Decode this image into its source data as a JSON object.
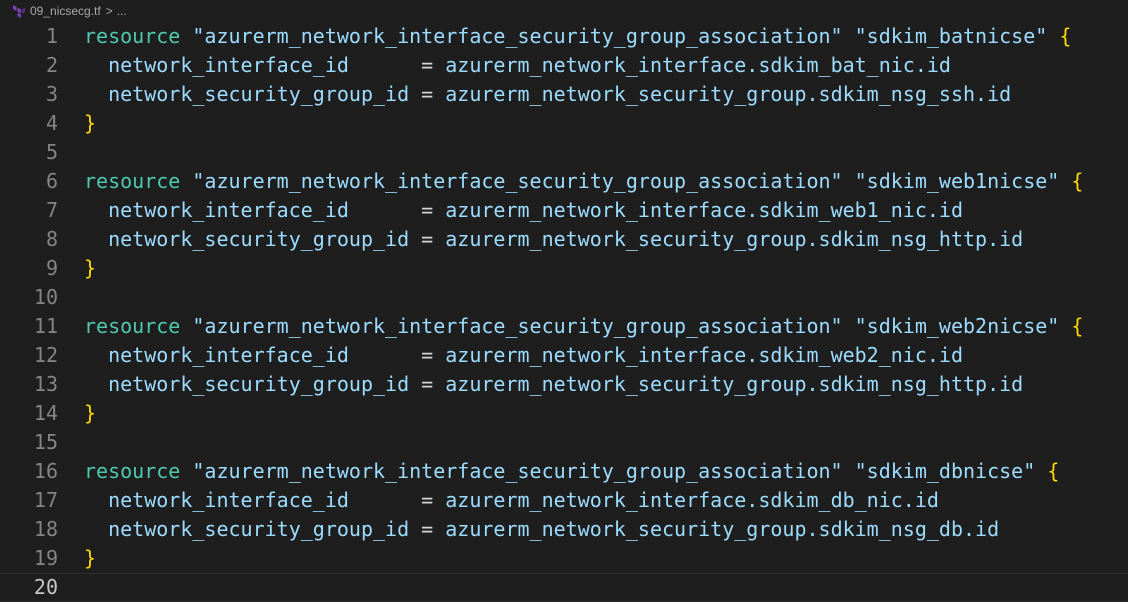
{
  "breadcrumb": {
    "file_name": "09_nicsecg.tf",
    "separator": ">",
    "more": "..."
  },
  "editor": {
    "language": "terraform",
    "active_line": 20,
    "colors": {
      "background": "#1e1e1e",
      "keyword": "#4ec9b0",
      "string": "#ce9178",
      "brace": "#ffd700",
      "attribute": "#9cdcfe",
      "line_number": "#858585"
    },
    "lines": [
      {
        "n": "1",
        "kind": "resource",
        "kw": "resource",
        "type": "\"azurerm_network_interface_security_group_association\"",
        "name": "\"sdkim_batnicse\"",
        "brace": "{"
      },
      {
        "n": "2",
        "kind": "attr",
        "key": "network_interface_id     ",
        "eq": " = ",
        "value": "azurerm_network_interface.sdkim_bat_nic.id"
      },
      {
        "n": "3",
        "kind": "attr",
        "key": "network_security_group_id",
        "eq": " = ",
        "value": "azurerm_network_security_group.sdkim_nsg_ssh.id"
      },
      {
        "n": "4",
        "kind": "close",
        "brace": "}"
      },
      {
        "n": "5",
        "kind": "blank"
      },
      {
        "n": "6",
        "kind": "resource",
        "kw": "resource",
        "type": "\"azurerm_network_interface_security_group_association\"",
        "name": "\"sdkim_web1nicse\"",
        "brace": "{"
      },
      {
        "n": "7",
        "kind": "attr",
        "key": "network_interface_id     ",
        "eq": " = ",
        "value": "azurerm_network_interface.sdkim_web1_nic.id"
      },
      {
        "n": "8",
        "kind": "attr",
        "key": "network_security_group_id",
        "eq": " = ",
        "value": "azurerm_network_security_group.sdkim_nsg_http.id"
      },
      {
        "n": "9",
        "kind": "close",
        "brace": "}"
      },
      {
        "n": "10",
        "kind": "blank"
      },
      {
        "n": "11",
        "kind": "resource",
        "kw": "resource",
        "type": "\"azurerm_network_interface_security_group_association\"",
        "name": "\"sdkim_web2nicse\"",
        "brace": "{"
      },
      {
        "n": "12",
        "kind": "attr",
        "key": "network_interface_id     ",
        "eq": " = ",
        "value": "azurerm_network_interface.sdkim_web2_nic.id"
      },
      {
        "n": "13",
        "kind": "attr",
        "key": "network_security_group_id",
        "eq": " = ",
        "value": "azurerm_network_security_group.sdkim_nsg_http.id"
      },
      {
        "n": "14",
        "kind": "close",
        "brace": "}"
      },
      {
        "n": "15",
        "kind": "blank"
      },
      {
        "n": "16",
        "kind": "resource",
        "kw": "resource",
        "type": "\"azurerm_network_interface_security_group_association\"",
        "name": "\"sdkim_dbnicse\"",
        "brace": "{"
      },
      {
        "n": "17",
        "kind": "attr",
        "key": "network_interface_id     ",
        "eq": " = ",
        "value": "azurerm_network_interface.sdkim_db_nic.id"
      },
      {
        "n": "18",
        "kind": "attr",
        "key": "network_security_group_id",
        "eq": " = ",
        "value": "azurerm_network_security_group.sdkim_nsg_db.id"
      },
      {
        "n": "19",
        "kind": "close",
        "brace": "}"
      },
      {
        "n": "20",
        "kind": "blank"
      }
    ]
  }
}
